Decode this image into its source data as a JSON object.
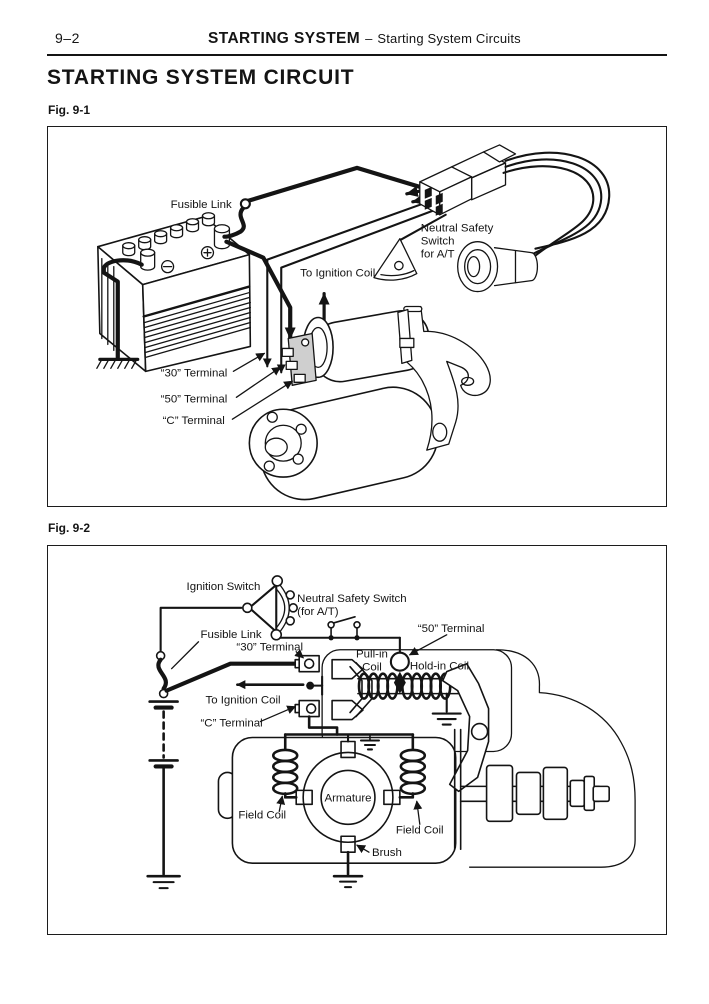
{
  "colors": {
    "ink": "#141414",
    "paper": "#ffffff"
  },
  "header": {
    "page_number": "9–2",
    "section": "STARTING SYSTEM",
    "separator": "–",
    "subsection": "Starting System Circuits"
  },
  "title": "STARTING SYSTEM CIRCUIT",
  "figure1": {
    "caption": "Fig. 9-1",
    "labels": {
      "fusible_link": "Fusible Link",
      "nss_line1": "Neutral Safety",
      "nss_line2": "Switch",
      "nss_line3": "for A/T",
      "to_ignition_coil": "To Ignition Coil",
      "terminal_30": "“30” Terminal",
      "terminal_50": "“50” Terminal",
      "terminal_c": "“C” Terminal"
    }
  },
  "figure2": {
    "caption": "Fig. 9-2",
    "labels": {
      "ignition_switch": "Ignition Switch",
      "nss_line1": "Neutral Safety Switch",
      "nss_line2": "(for A/T)",
      "terminal_50": "“50” Terminal",
      "fusible_link": "Fusible Link",
      "terminal_30": "“30” Terminal",
      "pull_in_line1": "Pull-in",
      "pull_in_line2": "Coil",
      "hold_in_coil": "Hold-in Coil",
      "to_ignition_coil": "To Ignition Coil",
      "terminal_c": "“C” Terminal",
      "field_coil_left": "Field Coil",
      "armature": "Armature",
      "field_coil_right": "Field Coil",
      "brush": "Brush"
    }
  }
}
